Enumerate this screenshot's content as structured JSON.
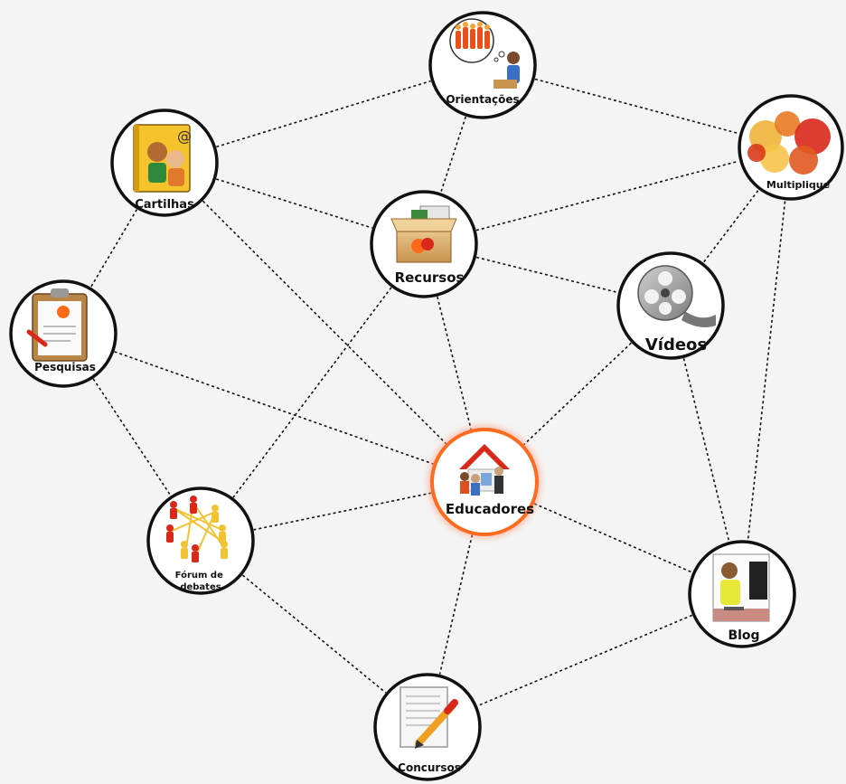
{
  "nodes": [
    {
      "id": "orientacoes",
      "label": "Orientações",
      "icon": "people-discussion-icon"
    },
    {
      "id": "cartilhas",
      "label": "Cartilhas",
      "icon": "book-icon"
    },
    {
      "id": "multiplique",
      "label": "Multiplique",
      "icon": "crowd-icon"
    },
    {
      "id": "recursos",
      "label": "Recursos",
      "icon": "open-box-icon"
    },
    {
      "id": "pesquisas",
      "label": "Pesquisas",
      "icon": "clipboard-icon"
    },
    {
      "id": "videos",
      "label": "Vídeos",
      "icon": "film-reel-icon"
    },
    {
      "id": "educadores",
      "label": "Educadores",
      "icon": "school-house-icon",
      "highlight_color": "#ff6a1a"
    },
    {
      "id": "forum",
      "label": [
        "Fórum de",
        "debates"
      ],
      "icon": "people-network-icon"
    },
    {
      "id": "blog",
      "label": "Blog",
      "icon": "computer-user-icon"
    },
    {
      "id": "concursos",
      "label": "Concursos",
      "icon": "document-pencil-icon"
    }
  ],
  "edges": [
    [
      "cartilhas",
      "orientacoes"
    ],
    [
      "orientacoes",
      "multiplique"
    ],
    [
      "orientacoes",
      "recursos"
    ],
    [
      "cartilhas",
      "recursos"
    ],
    [
      "recursos",
      "multiplique"
    ],
    [
      "cartilhas",
      "pesquisas"
    ],
    [
      "cartilhas",
      "educadores"
    ],
    [
      "recursos",
      "videos"
    ],
    [
      "recursos",
      "educadores"
    ],
    [
      "recursos",
      "forum"
    ],
    [
      "multiplique",
      "videos"
    ],
    [
      "multiplique",
      "blog"
    ],
    [
      "pesquisas",
      "educadores"
    ],
    [
      "pesquisas",
      "forum"
    ],
    [
      "videos",
      "educadores"
    ],
    [
      "videos",
      "blog"
    ],
    [
      "educadores",
      "forum"
    ],
    [
      "educadores",
      "blog"
    ],
    [
      "educadores",
      "concursos"
    ],
    [
      "forum",
      "concursos"
    ],
    [
      "blog",
      "concursos"
    ]
  ]
}
